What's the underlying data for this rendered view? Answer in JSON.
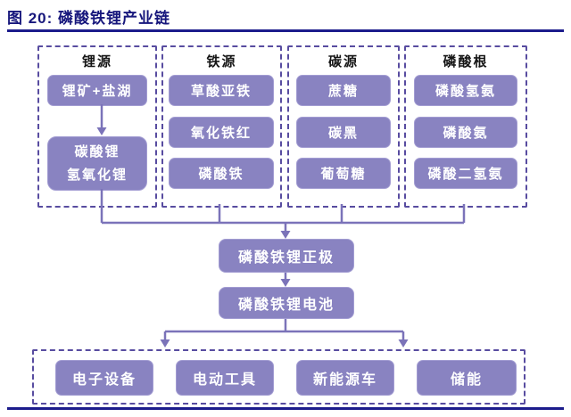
{
  "title": "图 20: 磷酸铁锂产业链",
  "colors": {
    "node_fill": "#8983C1",
    "dashed_border": "#584CA0",
    "connector": "#7B73B9",
    "navy_rule": "#1C1C8C",
    "title_text": "#17177C"
  },
  "groups": [
    {
      "label": "锂源",
      "items": [
        "锂矿+盐湖"
      ],
      "merged_lines": [
        "碳酸锂",
        "氢氧化锂"
      ]
    },
    {
      "label": "铁源",
      "items": [
        "草酸亚铁",
        "氧化铁红",
        "磷酸铁"
      ]
    },
    {
      "label": "碳源",
      "items": [
        "蔗糖",
        "碳黑",
        "葡萄糖"
      ]
    },
    {
      "label": "磷酸根",
      "items": [
        "磷酸氢氨",
        "磷酸氨",
        "磷酸二氢氨"
      ]
    }
  ],
  "chain": [
    "磷酸铁锂正极",
    "磷酸铁锂电池"
  ],
  "applications": [
    "电子设备",
    "电动工具",
    "新能源车",
    "储能"
  ]
}
